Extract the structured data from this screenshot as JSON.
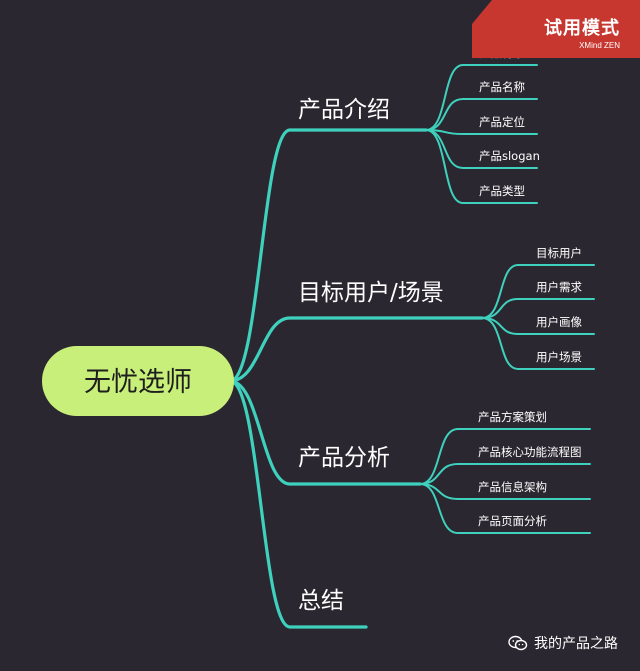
{
  "trial_banner": {
    "title": "试用模式",
    "brand": "XMind ZEN"
  },
  "watermark": {
    "text": "我的产品之路"
  },
  "colors": {
    "branch": "#3ed1bd",
    "root_fill": "#c8ef7a",
    "banner": "#c8372f"
  },
  "mindmap": {
    "root": "无忧选师",
    "branches": [
      {
        "label": "产品介绍",
        "children": [
          "产品背景",
          "产品名称",
          "产品定位",
          "产品slogan",
          "产品类型"
        ]
      },
      {
        "label": "目标用户/场景",
        "children": [
          "目标用户",
          "用户需求",
          "用户画像",
          "用户场景"
        ]
      },
      {
        "label": "产品分析",
        "children": [
          "产品方案策划",
          "产品核心功能流程图",
          "产品信息架构",
          "产品页面分析"
        ]
      },
      {
        "label": "总结",
        "children": []
      }
    ]
  }
}
